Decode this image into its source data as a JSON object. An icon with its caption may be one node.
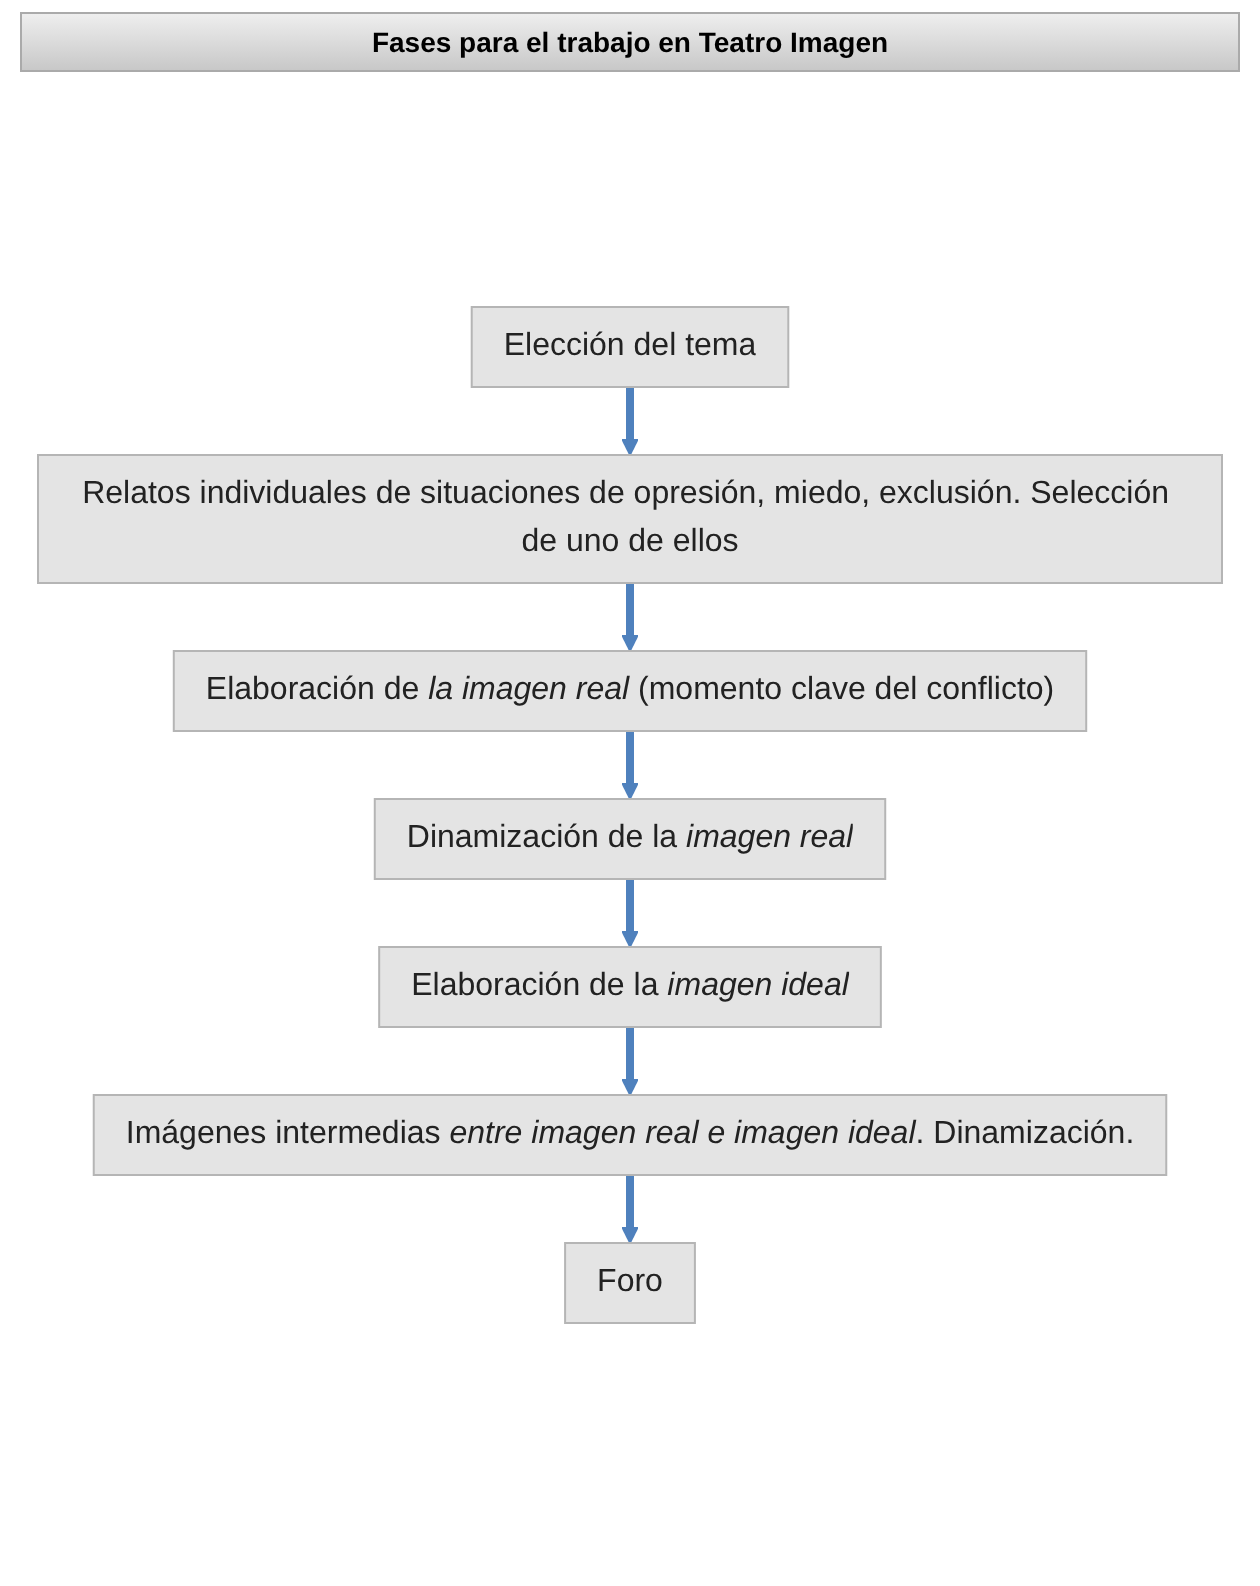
{
  "diagram": {
    "title": "Fases para el trabajo en  Teatro Imagen",
    "nodes": [
      {
        "text": [
          "Elección del tema"
        ]
      },
      {
        "text": [
          "Relatos individuales de situaciones de opresión, miedo, exclusión. Selección de uno de ellos"
        ]
      },
      {
        "text": [
          "Elaboración de *la imagen real* (momento clave del conflicto)"
        ]
      },
      {
        "text": [
          "Dinamización de la *imagen real*"
        ]
      },
      {
        "text": [
          "Elaboración de la *imagen ideal*"
        ]
      },
      {
        "text": [
          "Imágenes intermedias *entre imagen real e imagen ideal*. Dinamización."
        ]
      },
      {
        "text": [
          "Foro"
        ]
      }
    ],
    "edges": [
      {
        "from": 0,
        "to": 1,
        "arrow": "to"
      },
      {
        "from": 1,
        "to": 2,
        "arrow": "to"
      },
      {
        "from": 2,
        "to": 3,
        "arrow": "to"
      },
      {
        "from": 3,
        "to": 4,
        "arrow": "to"
      },
      {
        "from": 4,
        "to": 5,
        "arrow": "to"
      },
      {
        "from": 5,
        "to": 6,
        "arrow": "to"
      }
    ]
  }
}
